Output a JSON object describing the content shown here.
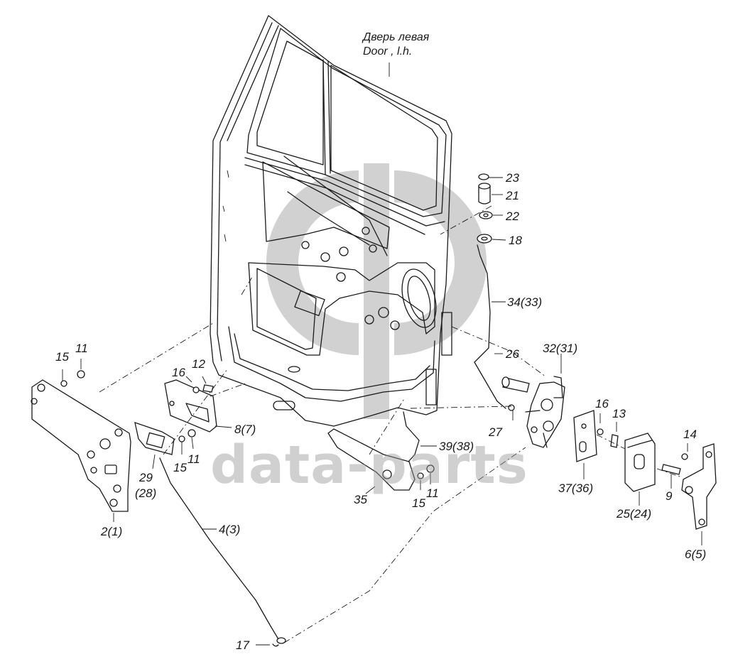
{
  "title": {
    "ru": "Дверь левая",
    "en": "Door , l.h."
  },
  "watermark": {
    "text": "data-parts",
    "color": "#9a9a9a"
  },
  "callouts": {
    "c23": "23",
    "c21": "21",
    "c22": "22",
    "c18": "18",
    "c34": "34(33)",
    "c26": "26",
    "c32": "32(31)",
    "c27": "27",
    "c16b": "16",
    "c13": "13",
    "c14": "14",
    "c15a": "15",
    "c11a": "11",
    "c16a": "16",
    "c12": "12",
    "c8": "8(7)",
    "c11b": "11",
    "c15b": "15",
    "c29": "29",
    "c28": "(28)",
    "c2": "2(1)",
    "c4": "4(3)",
    "c17": "17",
    "c39": "39(38)",
    "c35": "35",
    "c15c": "15",
    "c11c": "11",
    "c37": "37(36)",
    "c9": "9",
    "c25": "25(24)",
    "c6": "6(5)"
  }
}
